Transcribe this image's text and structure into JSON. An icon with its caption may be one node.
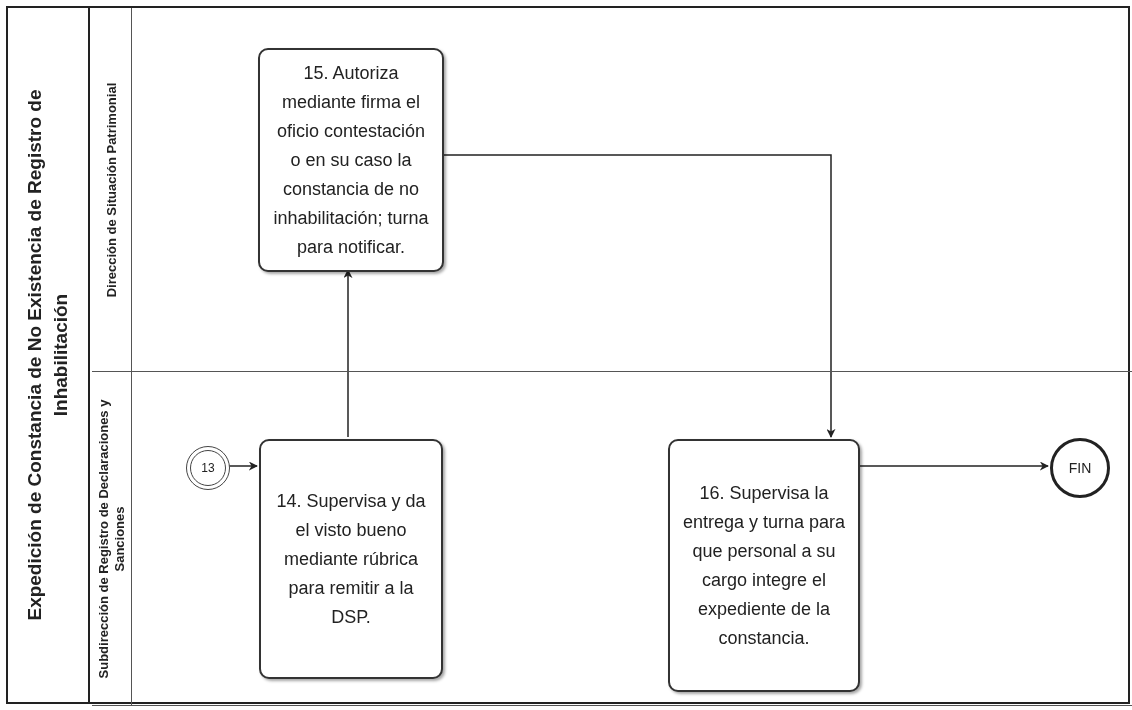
{
  "diagram": {
    "nodes": [
      {
        "text": [
          "Expedición de Constancia de No Existencia de Registro de Inhabilitación"
        ]
      },
      {
        "text": [
          "Dirección de Situación Patrimonial"
        ],
        "in": 0
      },
      {
        "text": [
          "Subdirección de Registro de Declaraciones y Sanciones"
        ],
        "in": 0
      },
      {
        "text": [
          "15. Autoriza mediante firma el oficio contestación o en su caso la constancia de no inhabilitación; turna para notificar."
        ],
        "in": 1
      },
      {
        "text": [
          "13"
        ],
        "in": 2
      },
      {
        "text": [
          "14. Supervisa y da el visto bueno mediante rúbrica para remitir a la DSP."
        ],
        "in": 2
      },
      {
        "text": [
          "16. Supervisa la entrega y turna para que personal a su cargo integre el expediente de la constancia."
        ],
        "in": 2
      },
      {
        "text": [
          "FIN"
        ],
        "in": 2
      }
    ],
    "edges": [
      {
        "from": 4,
        "to": 5,
        "arrow": "to"
      },
      {
        "from": 5,
        "to": 3,
        "arrow": "to"
      },
      {
        "from": 3,
        "to": 6,
        "arrow": "to"
      },
      {
        "from": 6,
        "to": 7,
        "arrow": "to"
      }
    ]
  }
}
